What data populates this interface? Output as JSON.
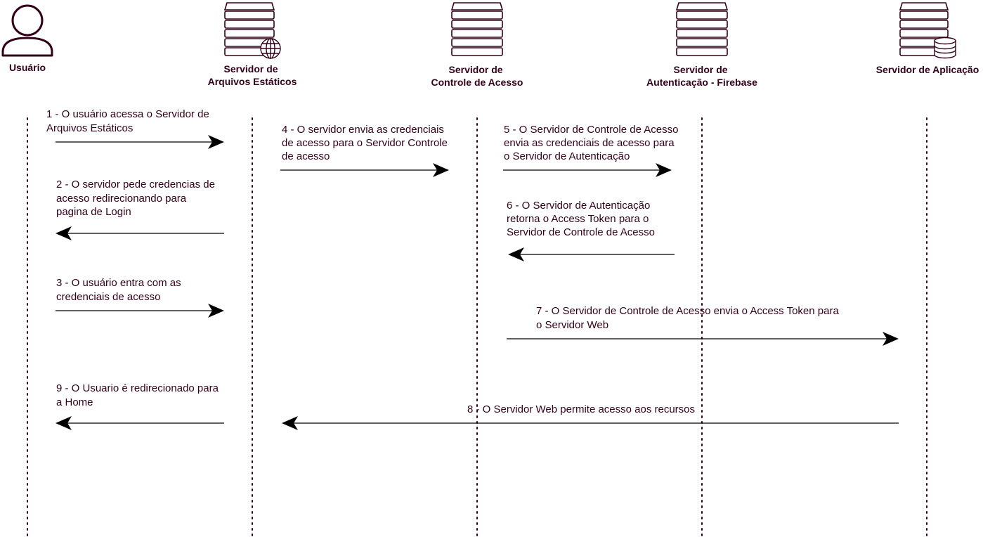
{
  "actors": {
    "user": {
      "label": "Usuário",
      "icon": "user-icon"
    },
    "static_server": {
      "label_lines": [
        "Servidor de",
        "Arquivos Estáticos"
      ],
      "icon": "web-server-icon"
    },
    "access_control": {
      "label_lines": [
        "Servidor de",
        "Controle de Acesso"
      ],
      "icon": "server-icon"
    },
    "auth_server": {
      "label_lines": [
        "Servidor de",
        "Autenticação - Firebase"
      ],
      "icon": "server-icon"
    },
    "app_server": {
      "label_lines": [
        "Servidor de Aplicação"
      ],
      "icon": "database-server-icon"
    }
  },
  "messages": [
    {
      "id": "m1",
      "from": "user",
      "to": "static_server",
      "lines": [
        "1 - O usuário acessa o Servidor de",
        "Arquivos Estáticos"
      ]
    },
    {
      "id": "m2",
      "from": "static_server",
      "to": "user",
      "lines": [
        "2 - O servidor pede credencias de",
        "acesso redirecionando para",
        "pagina de Login"
      ]
    },
    {
      "id": "m3",
      "from": "user",
      "to": "static_server",
      "lines": [
        "3 - O usuário entra com as",
        "credenciais de acesso"
      ]
    },
    {
      "id": "m4",
      "from": "static_server",
      "to": "access_control",
      "lines": [
        "4 - O servidor envia as credenciais",
        "de acesso para o Servidor Controle",
        "de acesso"
      ]
    },
    {
      "id": "m5",
      "from": "access_control",
      "to": "auth_server",
      "lines": [
        "5 - O Servidor de Controle de Acesso",
        "envia as credenciais de acesso para",
        "o Servidor de Autenticação"
      ]
    },
    {
      "id": "m6",
      "from": "auth_server",
      "to": "access_control",
      "lines": [
        "6 - O Servidor de Autenticação",
        "retorna o Access Token para o",
        "Servidor de Controle de Acesso"
      ]
    },
    {
      "id": "m7",
      "from": "access_control",
      "to": "app_server",
      "lines": [
        "7 - O Servidor de Controle de Acesso envia o Access Token para",
        "o Servidor Web"
      ]
    },
    {
      "id": "m8",
      "from": "app_server",
      "to": "static_server",
      "lines": [
        "8 - O Servidor Web permite acesso aos recursos"
      ]
    },
    {
      "id": "m9",
      "from": "static_server",
      "to": "user",
      "lines": [
        "9 - O Usuario é redirecionado para",
        "a Home"
      ]
    }
  ],
  "colors": {
    "text": "#33001a",
    "arrow": "#000000",
    "background": "#ffffff"
  }
}
